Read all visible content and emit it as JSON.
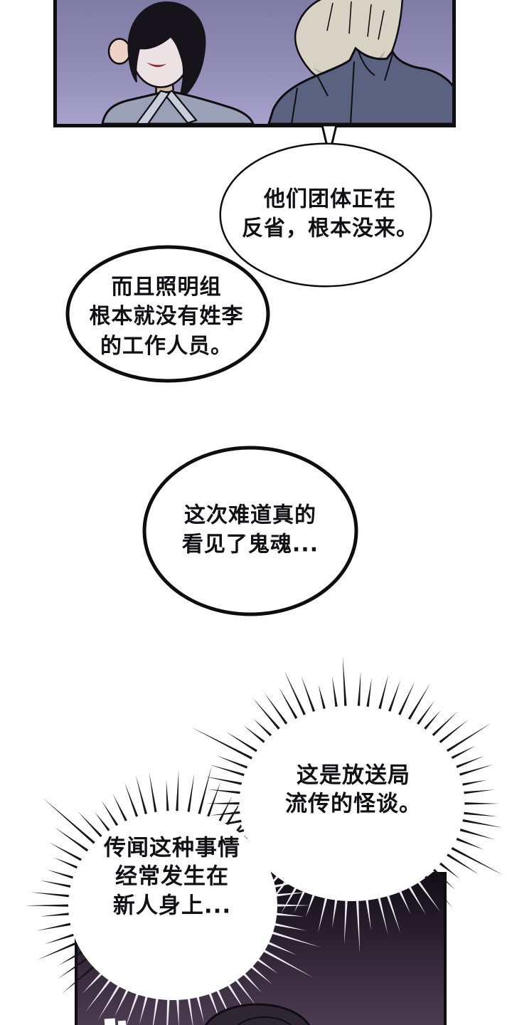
{
  "bubbles": {
    "b1": {
      "lines": [
        "他们团体正在",
        "反省，根本没来。"
      ]
    },
    "b2": {
      "lines": [
        "而且照明组",
        "根本就没有姓李",
        "的工作人员。"
      ]
    },
    "b3": {
      "lines": [
        "这次难道真的",
        "看见了鬼魂..."
      ]
    },
    "spiky_right": {
      "lines": [
        "这是放送局",
        "流传的怪谈。"
      ]
    },
    "spiky_left": {
      "lines": [
        "传闻这种事情",
        "经常发生在",
        "新人身上..."
      ]
    }
  },
  "colors": {
    "outline": "#0f0d12",
    "bubble_fill": "#ffffff",
    "panel_bg_top": "#7e7ba4",
    "panel_bg_bottom": "#a7a1cb",
    "hair_left_char": "#16131a",
    "skin_face": "#ece1e3",
    "skin_ear": "#eed2c7",
    "mouth": "#8e2f36",
    "skin_neck": "#d5b9a5",
    "robe": "#9aa0b5",
    "lapel": "#c9ccda",
    "chest_skin": "#c9a88d",
    "hair_right_char": "#d8d2c5",
    "hair_right_shadow": "#b5ad9e",
    "jacket": "#5a6280",
    "dark_panel_top": "#120e16",
    "dark_panel_mid": "#2b2130",
    "dark_panel_bottom": "#4d3c52",
    "bottom_head": "#2e2731",
    "spike_dark": "#17141c",
    "spike_light": "#efedf2"
  }
}
